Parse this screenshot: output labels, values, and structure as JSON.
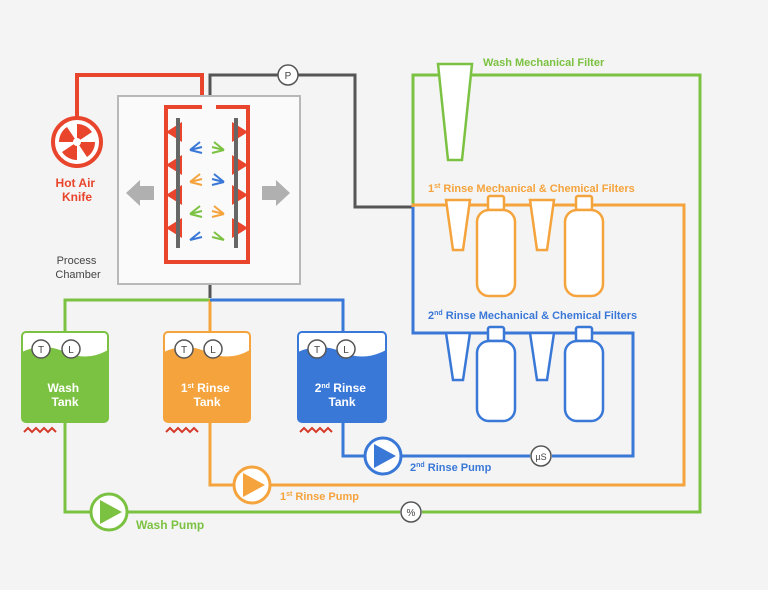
{
  "colors": {
    "wash": "#7cc242",
    "rinse1": "#f5a33c",
    "rinse2": "#3a78d8",
    "air": "#e8452c",
    "gray": "#555555",
    "heater": "#d63a2a"
  },
  "labels": {
    "hot_air_knife_line1": "Hot Air",
    "hot_air_knife_line2": "Knife",
    "process_chamber_line1": "Process",
    "process_chamber_line2": "Chamber",
    "wash_filter": "Wash Mechanical Filter",
    "rinse1_filters_prefix": "1",
    "rinse1_filters_sup": "st",
    "rinse1_filters_text": " Rinse Mechanical & Chemical Filters",
    "rinse2_filters_prefix": "2",
    "rinse2_filters_sup": "nd",
    "rinse2_filters_text": " Rinse Mechanical & Chemical Filters",
    "wash_tank_line1": "Wash",
    "wash_tank_line2": "Tank",
    "rinse1_tank_prefix": "1",
    "rinse1_tank_sup": "st",
    "rinse1_tank_text": " Rinse",
    "rinse1_tank_line2": "Tank",
    "rinse2_tank_prefix": "2",
    "rinse2_tank_sup": "nd",
    "rinse2_tank_text": " Rinse",
    "rinse2_tank_line2": "Tank",
    "wash_pump": "Wash Pump",
    "rinse1_pump_prefix": "1",
    "rinse1_pump_sup": "st",
    "rinse1_pump_text": " Rinse Pump",
    "rinse2_pump_prefix": "2",
    "rinse2_pump_sup": "nd",
    "rinse2_pump_text": " Rinse Pump",
    "sensor_t": "T",
    "sensor_l": "L",
    "gauge_pressure": "P",
    "gauge_resistivity": "%",
    "gauge_conductivity": "µS"
  }
}
